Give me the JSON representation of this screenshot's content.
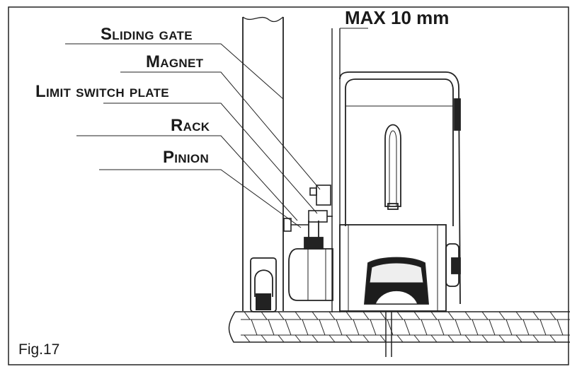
{
  "figure": {
    "caption": "Fig.17",
    "max_gap": "MAX 10 mm",
    "labels": {
      "sliding_gate": "Sliding gate",
      "magnet": "Magnet",
      "limit_switch_plate": "Limit switch plate",
      "rack": "Rack",
      "pinion": "Pinion"
    }
  }
}
